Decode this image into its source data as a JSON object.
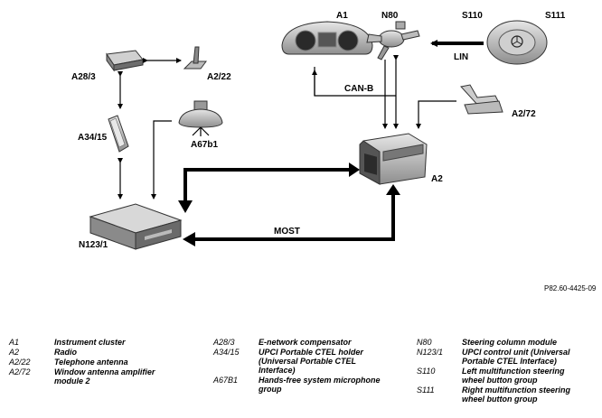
{
  "labels": {
    "a1": "A1",
    "n80": "N80",
    "s110": "S110",
    "s111": "S111",
    "a28_3": "A28/3",
    "a2_22": "A2/22",
    "a34_15": "A34/15",
    "a67b1": "A67b1",
    "a2_72": "A2/72",
    "a2": "A2",
    "n123_1": "N123/1"
  },
  "connections": {
    "lin": "LIN",
    "can_b": "CAN-B",
    "most": "MOST"
  },
  "figure_ref": "P82.60-4425-09",
  "legend": {
    "col1": [
      {
        "code": "A1",
        "desc": "Instrument cluster"
      },
      {
        "code": "A2",
        "desc": "Radio"
      },
      {
        "code": "A2/22",
        "desc": "Telephone antenna"
      },
      {
        "code": "A2/72",
        "desc": "Window antenna amplifier module 2"
      }
    ],
    "col2": [
      {
        "code": "A28/3",
        "desc": "E-network compensator"
      },
      {
        "code": "A34/15",
        "desc": "UPCI Portable CTEL holder (Universal Portable CTEL Interface)"
      },
      {
        "code": "A67B1",
        "desc": "Hands-free system microphone group"
      }
    ],
    "col3": [
      {
        "code": "N80",
        "desc": "Steering column module"
      },
      {
        "code": "N123/1",
        "desc": "UPCI control unit (Universal Portable CTEL Interface)"
      },
      {
        "code": "S110",
        "desc": "Left multifunction steering wheel button group"
      },
      {
        "code": "S111",
        "desc": "Right multifunction steering wheel button group"
      }
    ]
  }
}
